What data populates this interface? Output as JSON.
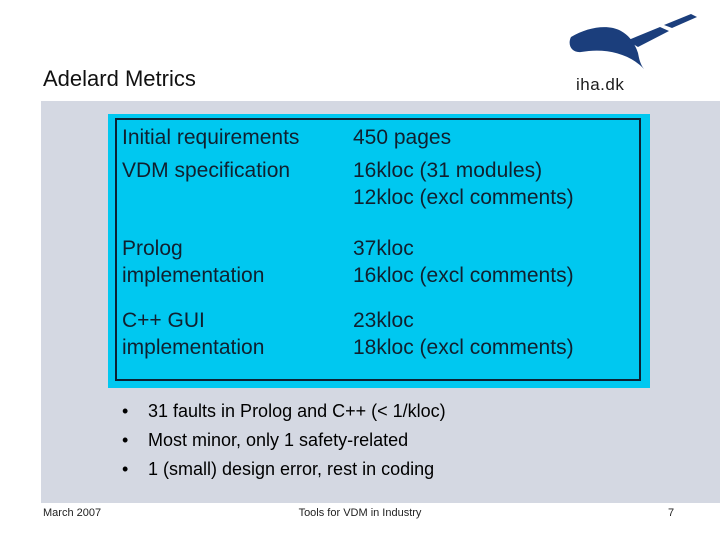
{
  "slide": {
    "title": "Adelard Metrics",
    "logo": {
      "text": "iha.dk"
    },
    "table": {
      "rows": [
        {
          "label": "Initial requirements",
          "value": "450 pages"
        },
        {
          "label": "VDM specification",
          "value": "16kloc (31 modules)\n12kloc (excl comments)"
        },
        {
          "label": "Prolog\nimplementation",
          "value": "37kloc\n16kloc (excl comments)"
        },
        {
          "label": "C++ GUI\nimplementation",
          "value": "23kloc\n18kloc (excl comments)"
        }
      ]
    },
    "bullets": {
      "marker": "•",
      "items": [
        "31 faults in Prolog and C++ (< 1/kloc)",
        "Most minor, only 1 safety-related",
        "1 (small) design error, rest in coding"
      ]
    },
    "footer": {
      "date": "March 2007",
      "center": "Tools for VDM in Industry",
      "page": "7"
    },
    "colors": {
      "accent_cyan": "#00c8f0",
      "panel_gray": "#d4d8e2",
      "logo_navy": "#1b3e7c",
      "table_border": "#0c2233"
    }
  }
}
